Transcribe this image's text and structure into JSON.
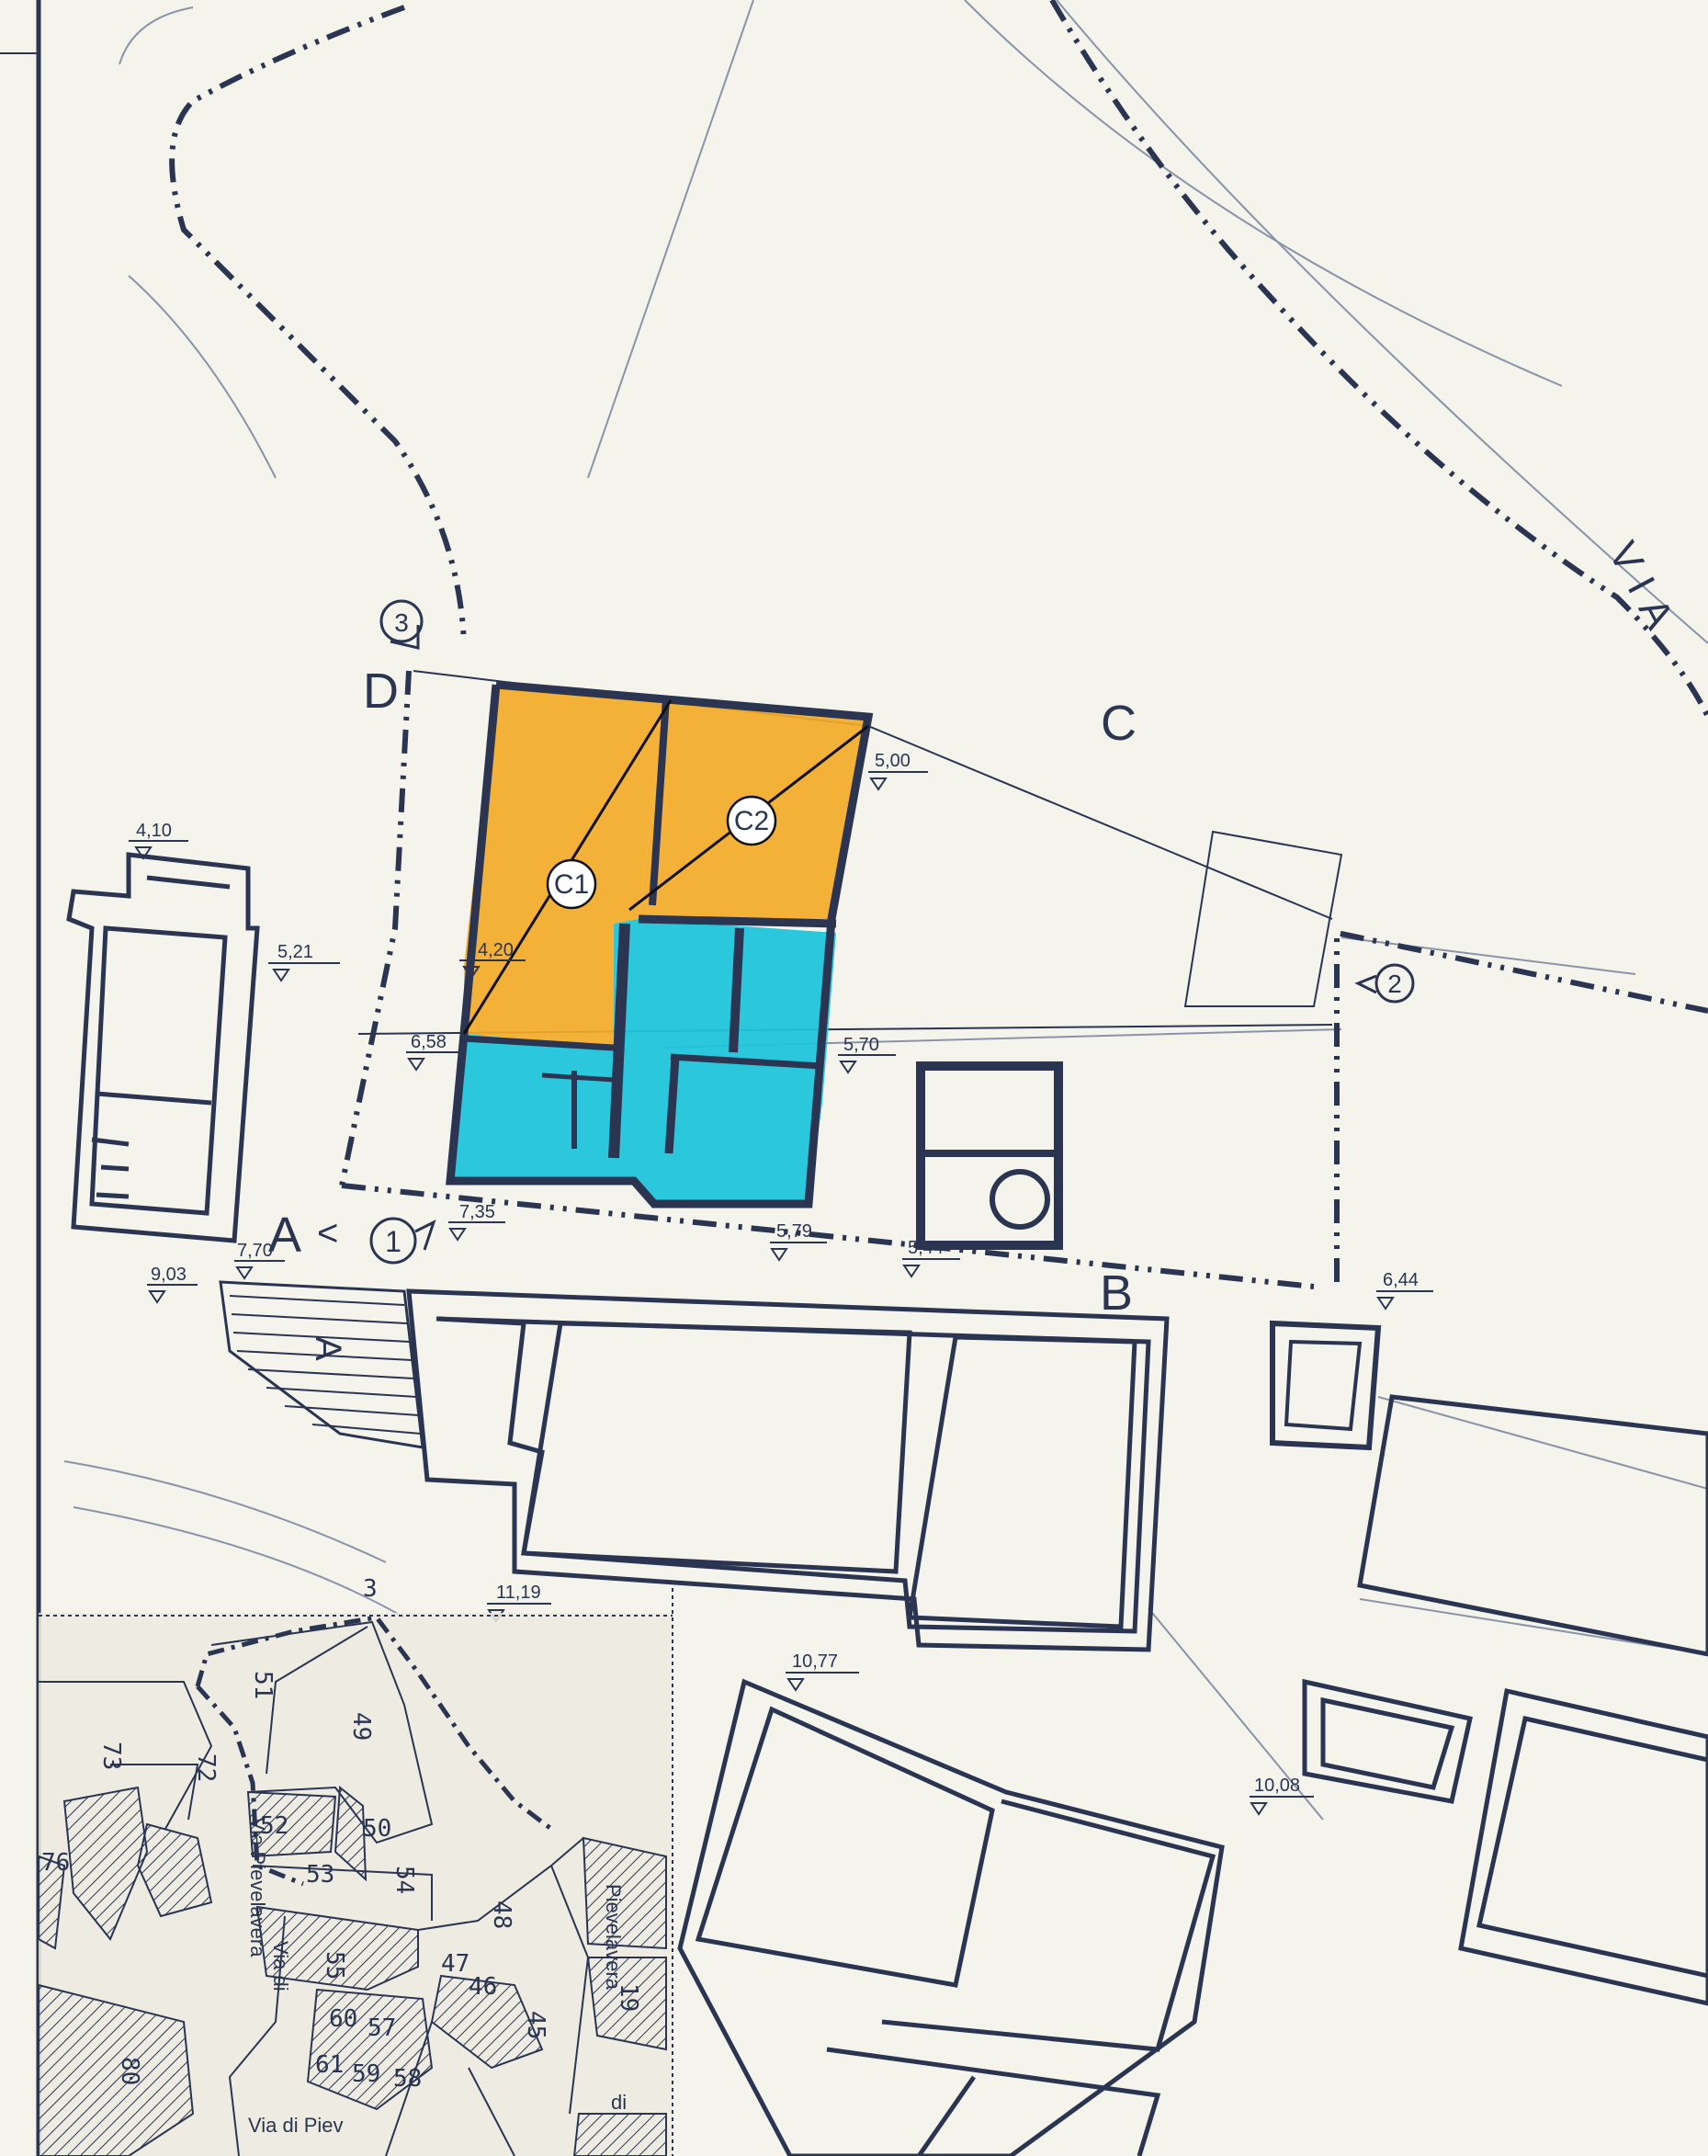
{
  "colors": {
    "paper": "#f4f3ec",
    "ink": "#2b3552",
    "orange": "#f2ab2a",
    "cyan": "#1fc4dc"
  },
  "section_letters": {
    "A": "A",
    "B": "B",
    "C": "C",
    "D": "D"
  },
  "section_marks": {
    "m1": "1",
    "m2": "2",
    "m3": "3"
  },
  "unit_labels": {
    "c1": "C1",
    "c2": "C2"
  },
  "street_label": "VIA",
  "elevations": {
    "e410": "4,10",
    "e521": "5,21",
    "e420": "4,20",
    "e500": "5,00",
    "e658": "6,58",
    "e570": "5,70",
    "e735": "7,35",
    "e770": "7,70",
    "e579": "5,79",
    "e544": "5,44",
    "e903": "9,03",
    "e644": "6,44",
    "e1119": "11,19",
    "e1077": "10,77",
    "e1008": "10,08"
  },
  "stair_label": "A",
  "inset_map": {
    "marker": "3",
    "parcels": {
      "p73": "73",
      "p72": "72",
      "p51": "51",
      "p49": "49",
      "p52": "52",
      "p50": "50",
      "p53": "53",
      "p54": "54",
      "p48": "48",
      "p55": "55",
      "p46": "46",
      "p45": "45",
      "p47": "47",
      "p19": "19",
      "p60": "60",
      "p57": "57",
      "p61": "61",
      "p59": "59",
      "p58": "58",
      "p80": "80",
      "p76": "76"
    },
    "streets": {
      "via_pievelavera": "Via Pievelavera",
      "via_di": "Via di",
      "pievelavera": "Pievelavera",
      "via_di_piev": "Via di Piev",
      "di": "di"
    }
  }
}
